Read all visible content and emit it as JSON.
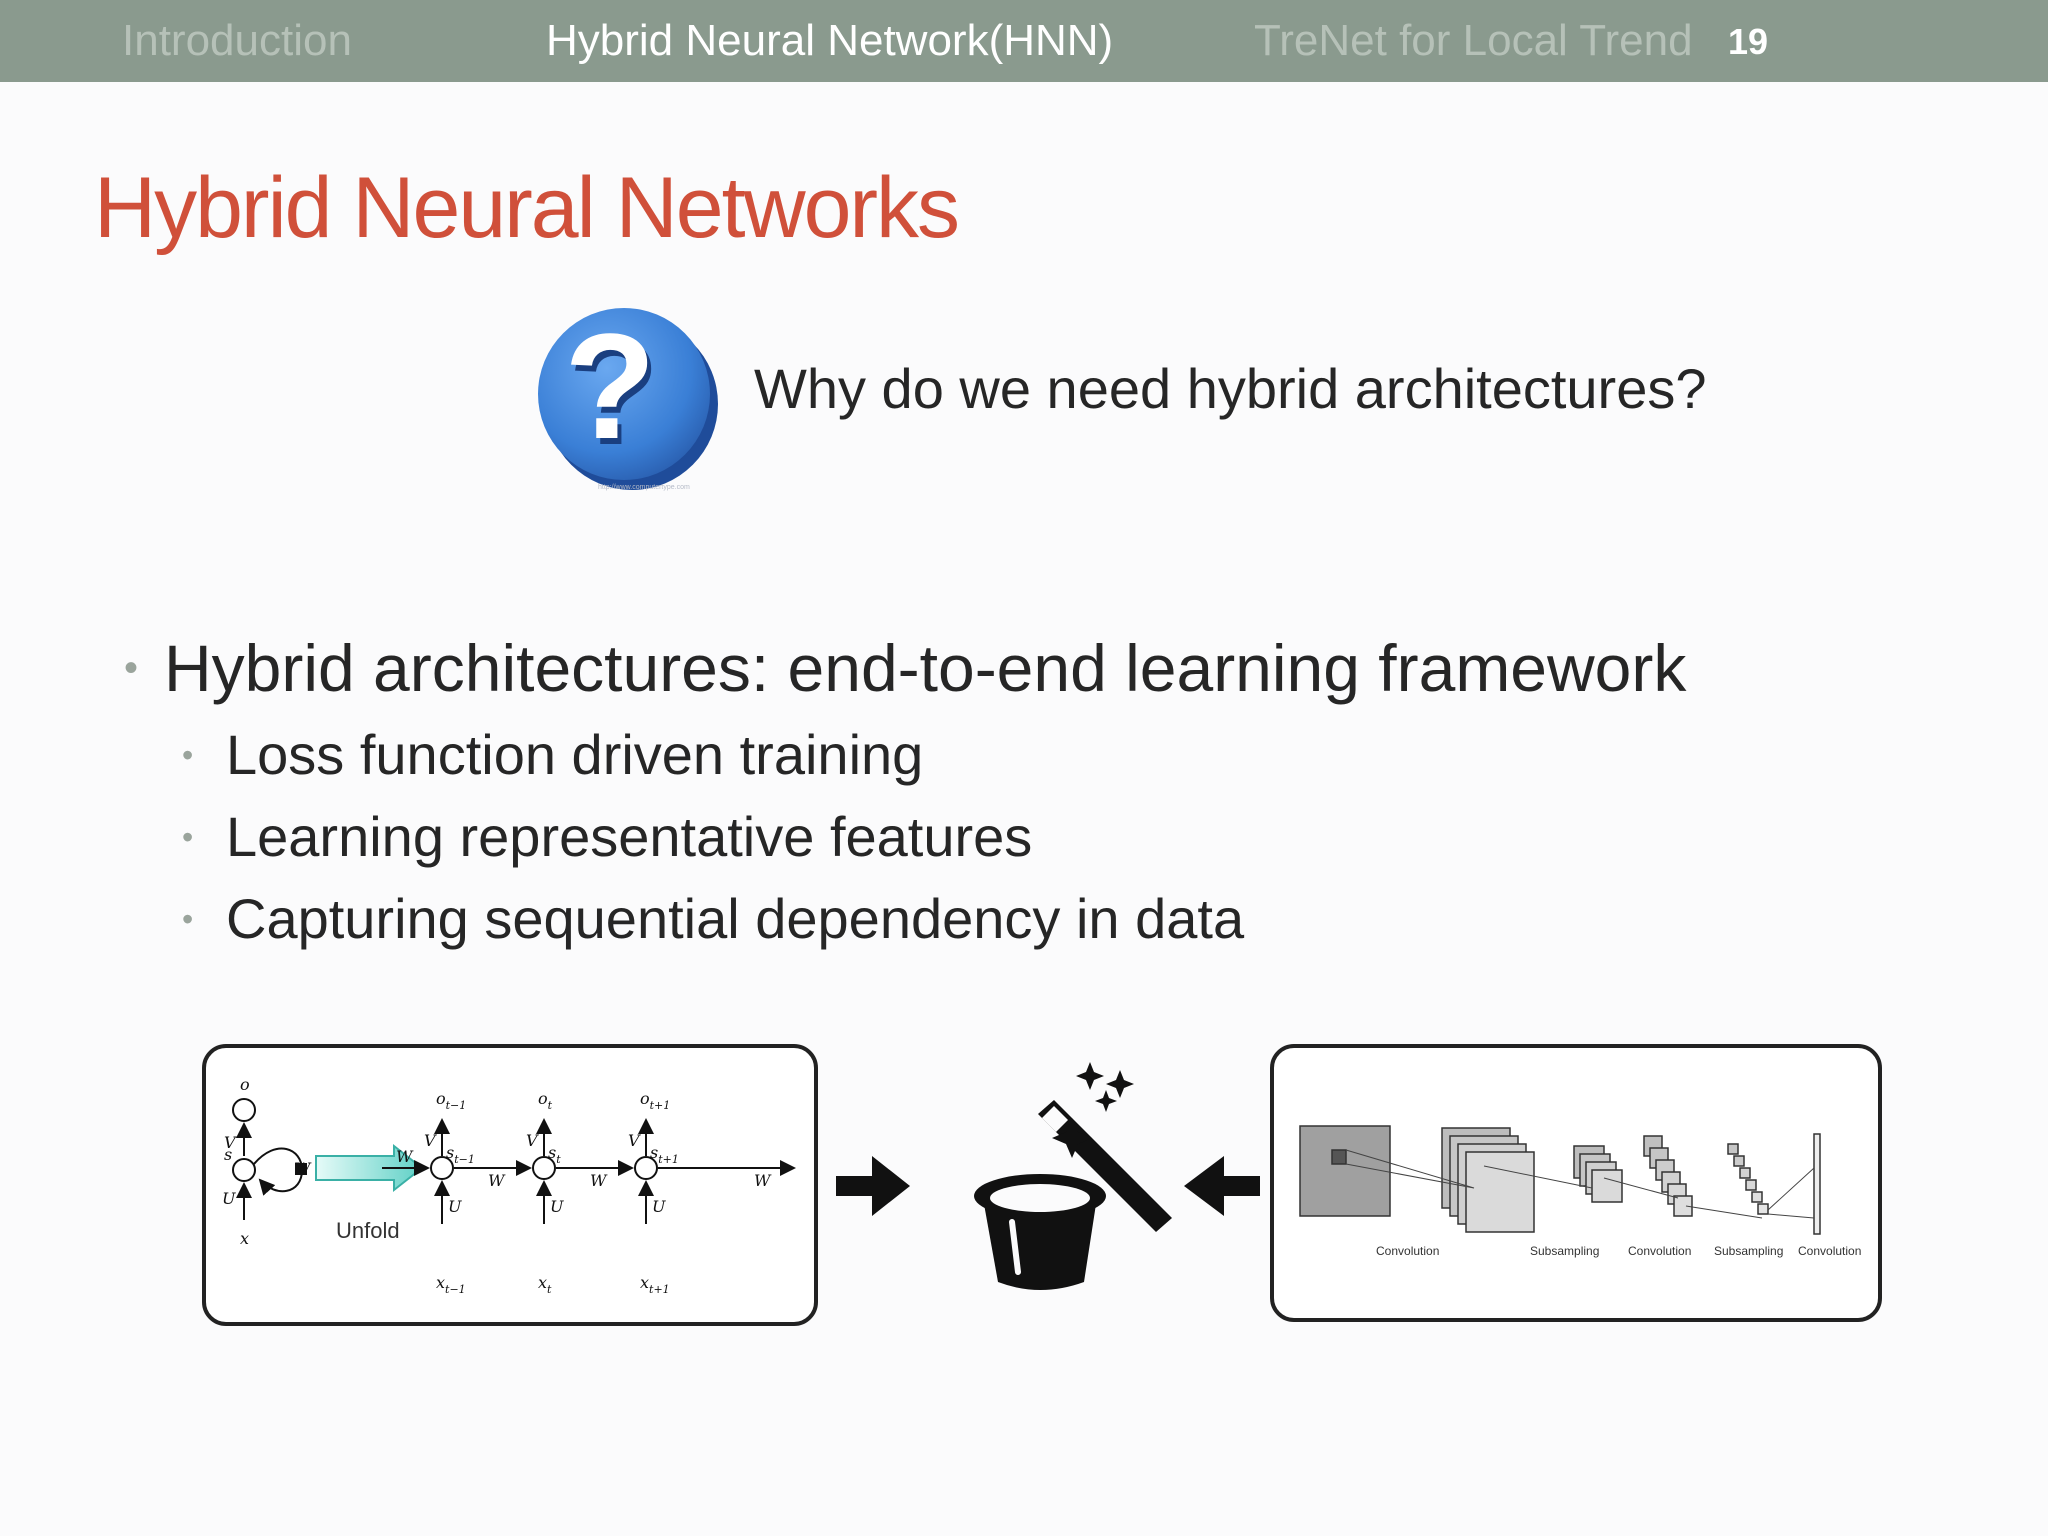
{
  "nav": {
    "items": [
      {
        "label": "Introduction",
        "state": "inactive"
      },
      {
        "label": "Hybrid Neural Network(HNN)",
        "state": "active"
      },
      {
        "label": "TreNet for Local Trend",
        "state": "inactive"
      }
    ],
    "page_number": "19"
  },
  "slide": {
    "title": "Hybrid Neural Networks",
    "question": "Why do we need hybrid architectures?",
    "question_icon_credit": "http://www.computertype.com",
    "bullets": [
      {
        "text": "Hybrid architectures: end-to-end learning framework",
        "sub": [
          "Loss function driven training",
          "Learning representative features",
          "Capturing sequential dependency in data"
        ]
      }
    ]
  },
  "rnn_diagram": {
    "unfold_label": "Unfold",
    "folded": {
      "output": "o",
      "state": "s",
      "input": "x",
      "weights": [
        "V",
        "W",
        "U"
      ]
    },
    "steps": [
      {
        "o": "o",
        "o_sub": "t−1",
        "s": "s",
        "s_sub": "t−1",
        "x": "x",
        "x_sub": "t−1"
      },
      {
        "o": "o",
        "o_sub": "t",
        "s": "s",
        "s_sub": "t",
        "x": "x",
        "x_sub": "t"
      },
      {
        "o": "o",
        "o_sub": "t+1",
        "s": "s",
        "s_sub": "t+1",
        "x": "x",
        "x_sub": "t+1"
      }
    ],
    "weight_labels": {
      "V": "V",
      "W": "W",
      "U": "U"
    }
  },
  "cnn_diagram": {
    "stages": [
      "Convolution",
      "Subsampling",
      "Convolution",
      "Subsampling",
      "Convolution"
    ]
  },
  "colors": {
    "nav_bg": "#8a9a8e",
    "title": "#d0503a",
    "icon_blue": "#3a7fd6",
    "arrow_teal": "#5fd0c6"
  },
  "icons": [
    "question-mark-icon",
    "arrow-right-icon",
    "magic-hat-icon",
    "magic-wand-icon",
    "arrow-left-icon"
  ]
}
